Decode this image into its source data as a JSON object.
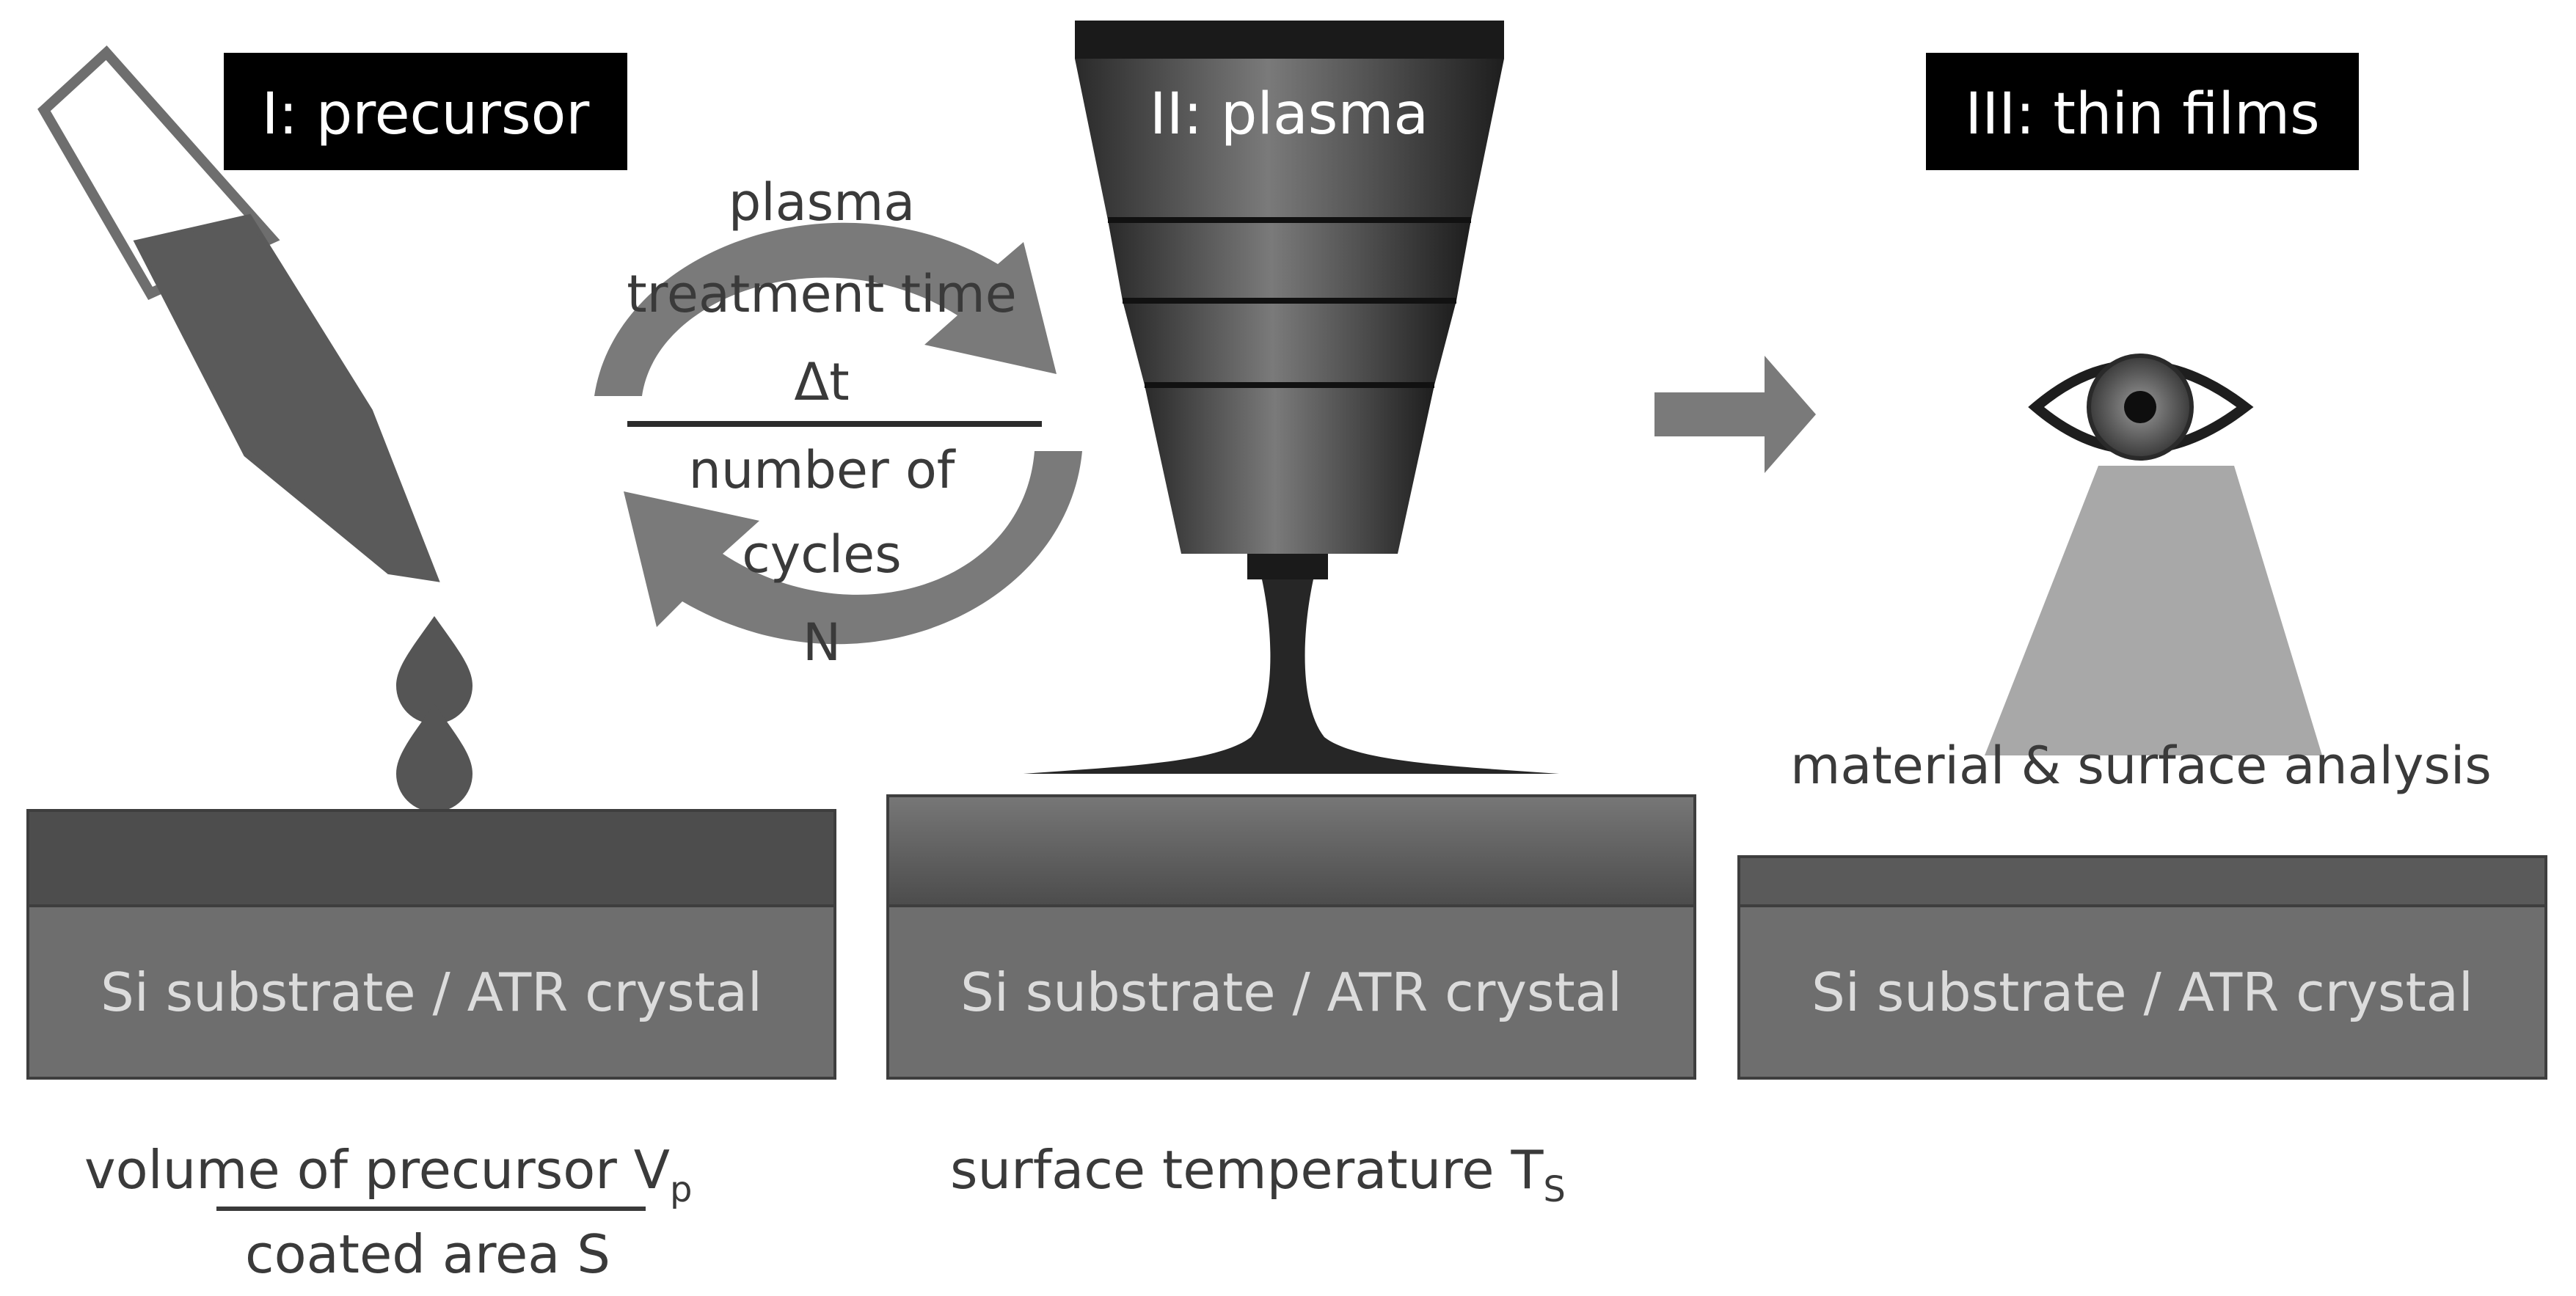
{
  "stages": {
    "precursor": {
      "title": "I: precursor"
    },
    "plasma": {
      "title": "II: plasma"
    },
    "films": {
      "title": "III: thin films"
    }
  },
  "cycle": {
    "line1": "plasma",
    "line2": "treatment time",
    "line3": "Δt",
    "line4": "number of",
    "line5": "cycles",
    "line6": "N"
  },
  "substrate": {
    "left": "Si substrate / ATR crystal",
    "middle": "Si substrate / ATR crystal",
    "right": "Si substrate / ATR crystal"
  },
  "captions": {
    "volume_main": "volume of precursor V",
    "volume_sub": "p",
    "area": "coated area S",
    "temp_main": "surface temperature T",
    "temp_sub": "S",
    "analysis": "material & surface analysis"
  },
  "colors": {
    "black_label": "#000000",
    "dark_gray": "#4a4a4a",
    "mid_gray": "#6e6e6e",
    "light_gray": "#a8a8a8",
    "arrow_gray": "#7a7a7a"
  }
}
